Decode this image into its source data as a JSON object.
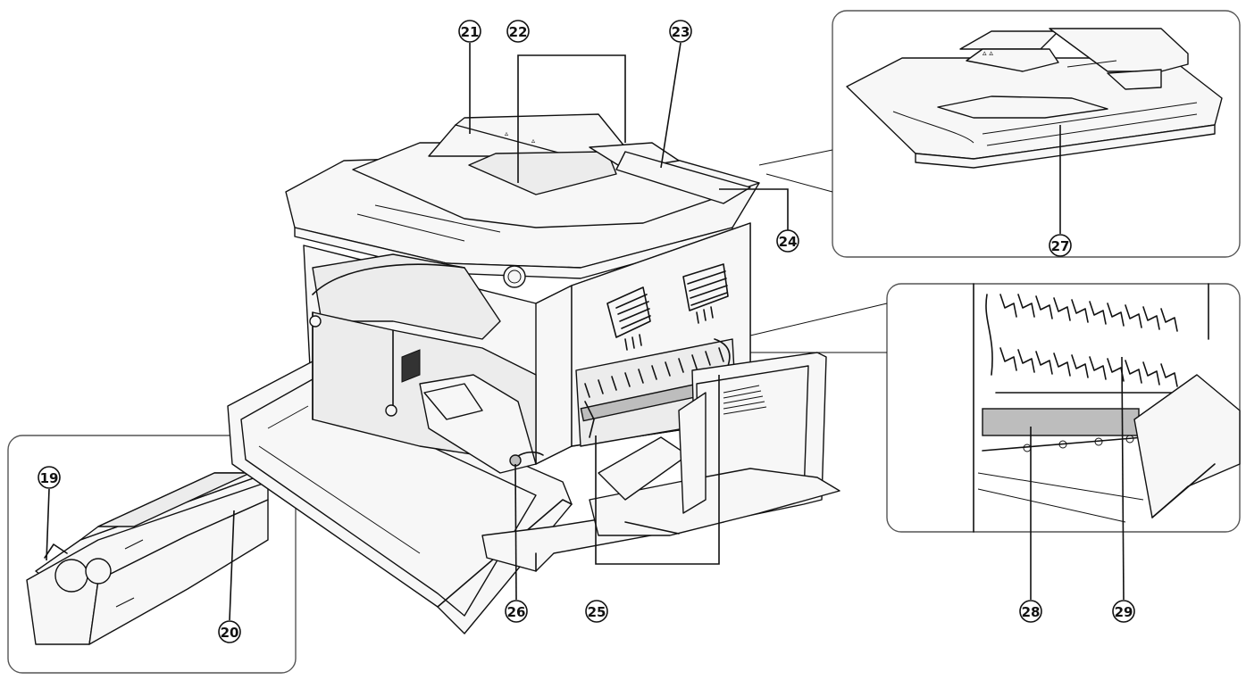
{
  "callouts": [
    {
      "id": "19",
      "label": "⑲"
    },
    {
      "id": "20",
      "label": "⑳"
    },
    {
      "id": "21",
      "label": "㉑"
    },
    {
      "id": "22",
      "label": "㉒"
    },
    {
      "id": "23",
      "label": "㉓"
    },
    {
      "id": "24",
      "label": "㉔"
    },
    {
      "id": "25",
      "label": "㉕"
    },
    {
      "id": "26",
      "label": "㉖"
    },
    {
      "id": "27",
      "label": "㉗"
    },
    {
      "id": "28",
      "label": "㉘"
    },
    {
      "id": "29",
      "label": "㉙"
    }
  ]
}
